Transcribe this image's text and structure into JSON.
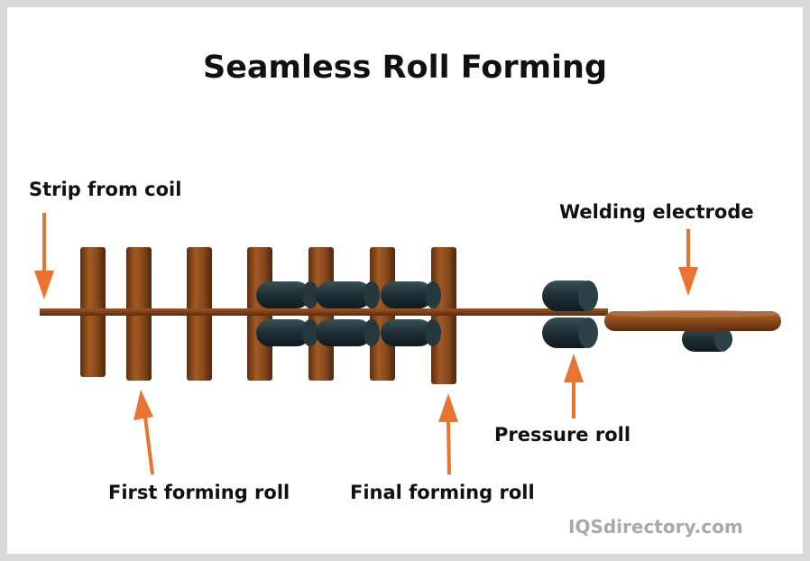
{
  "title": "Seamless Roll Forming",
  "labels": {
    "strip_from_coil": "Strip from coil",
    "welding_electrode": "Welding electrode",
    "pressure_roll": "Pressure roll",
    "first_forming_roll": "First forming roll",
    "final_forming_roll": "Final forming roll"
  },
  "watermark": "IQSdirectory.com",
  "colors": {
    "roll_brown": "#8a4a1c",
    "strip_brown": "#7a3f18",
    "dark_roll": "#1f3238",
    "arrow_orange": "#e8742f",
    "frame_gray": "#d9d9d9",
    "watermark_gray": "#a9a9a9"
  }
}
